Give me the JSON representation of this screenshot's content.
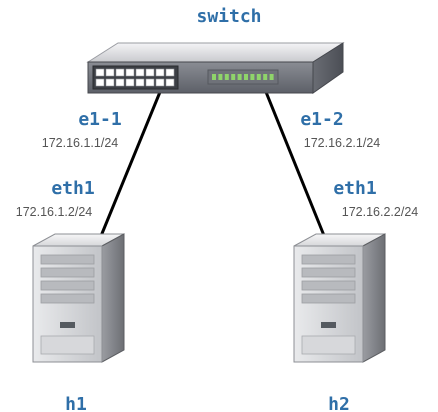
{
  "switch": {
    "label": "switch",
    "ports_left": {
      "name": "e1-1",
      "ip": "172.16.1.1/24"
    },
    "ports_right": {
      "name": "e1-2",
      "ip": "172.16.2.1/24"
    }
  },
  "hosts": [
    {
      "label": "h1",
      "iface": "eth1",
      "ip": "172.16.1.2/24"
    },
    {
      "label": "h2",
      "iface": "eth1",
      "ip": "172.16.2.2/24"
    }
  ],
  "colors": {
    "label_blue": "#2f6fa8",
    "ip_gray": "#555555",
    "link": "#000000",
    "led_green": "#8fd46a"
  }
}
